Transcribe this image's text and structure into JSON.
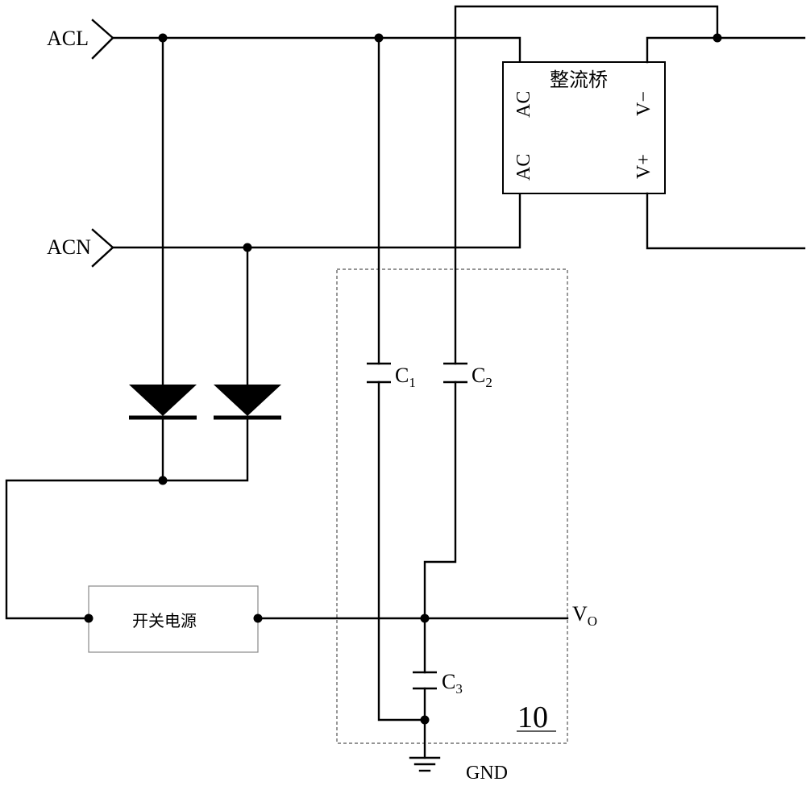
{
  "terminals": {
    "acl": "ACL",
    "acn": "ACN"
  },
  "rectifier": {
    "title": "整流桥",
    "pin_ac_top": "AC",
    "pin_ac_bottom": "AC",
    "pin_vminus": "V−",
    "pin_vplus": "V+"
  },
  "capacitors": {
    "c1": {
      "letter": "C",
      "index": "1"
    },
    "c2": {
      "letter": "C",
      "index": "2"
    },
    "c3": {
      "letter": "C",
      "index": "3"
    }
  },
  "output": {
    "letter": "V",
    "subscript": "O"
  },
  "ground": "GND",
  "switching_supply": "开关电源",
  "module_label": "10"
}
